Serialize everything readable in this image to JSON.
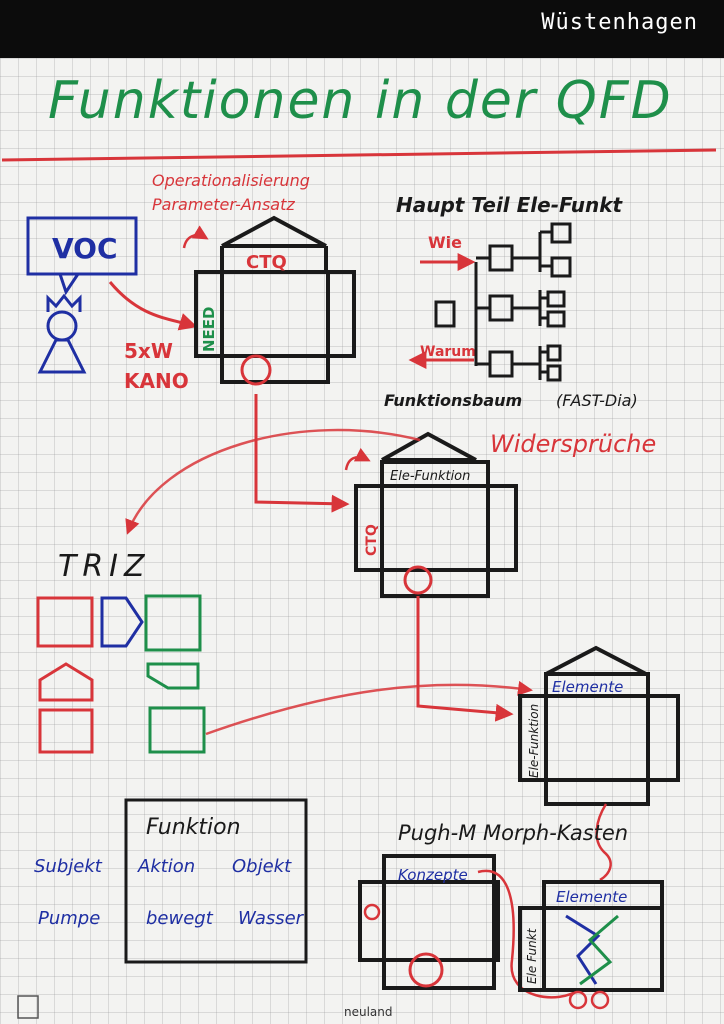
{
  "brand": {
    "label": "Wüstenhagen"
  },
  "title": "Funktionen in der QFD",
  "labels": {
    "opcon_1": "Operationalisierung",
    "opcon_2": "Parameter-Ansatz",
    "ctq_top": "CTQ",
    "need": "NEED",
    "voc": "VOC",
    "five_why": "5xW",
    "kano": "KANO",
    "haupt": "Haupt Teil Ele-Funkt",
    "wie": "Wie",
    "warum": "Warum",
    "fast": "Funktionsbaum",
    "fast2": "(FAST-Dia)",
    "widerspruche": "Widersprüche",
    "ele_funktion": "Ele-Funktion",
    "ctq_side": "CTQ",
    "triz": "TRIZ",
    "elemente_1": "Elemente",
    "ele_funktion_side": "Ele-Funktion",
    "funktion_header": "Funktion",
    "subjekt": "Subjekt",
    "aktion": "Aktion",
    "objekt": "Objekt",
    "pumpe": "Pumpe",
    "bewegt": "bewegt",
    "wasser": "Wasser",
    "pugh": "Pugh-M Morph-Kasten",
    "konzepte": "Konzepte",
    "elemente_2": "Elemente",
    "ele_funkt_side2": "Ele Funkt"
  },
  "footer": {
    "logo": "neuland"
  },
  "colors": {
    "black": "#1a1a1a",
    "red": "#d8353a",
    "green": "#1e8f4a",
    "blue": "#1f2fa3",
    "topbar": "#0c0c0c"
  }
}
